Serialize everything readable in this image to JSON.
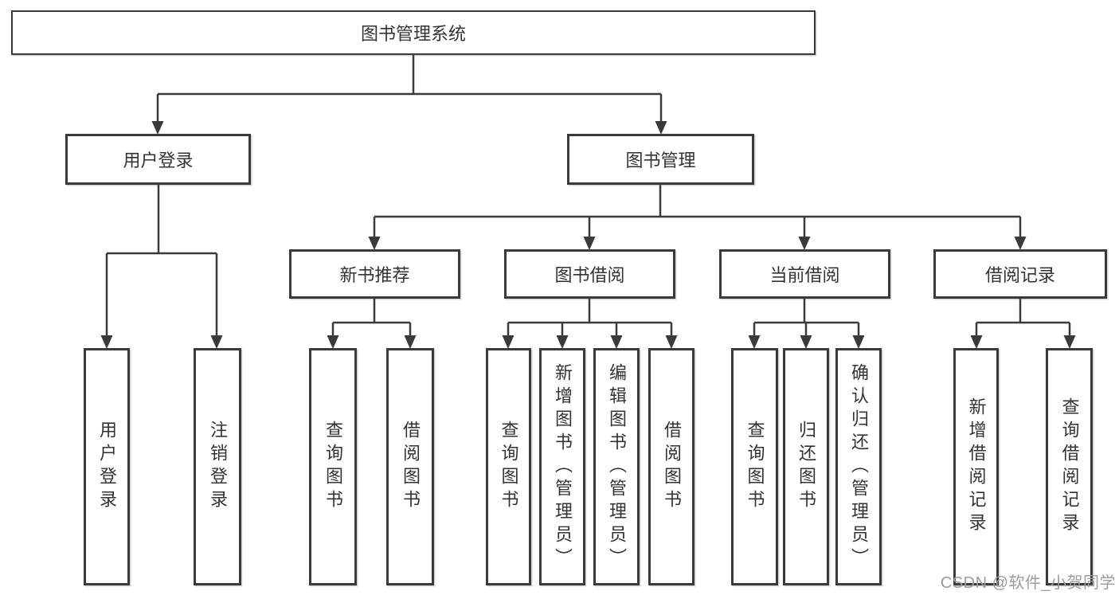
{
  "diagram": {
    "root": "图书管理系统",
    "level2": [
      "用户登录",
      "图书管理"
    ],
    "level3": [
      "新书推荐",
      "图书借阅",
      "当前借阅",
      "借阅记录"
    ],
    "leaves": [
      "用户登录",
      "注销登录",
      "查询图书",
      "借阅图书",
      "查询图书",
      "新增图书（管理员）",
      "编辑图书（管理员）",
      "借阅图书",
      "查询图书",
      "归还图书",
      "确认归还（管理员）",
      "新增借阅记录",
      "查询借阅记录"
    ],
    "hierarchy": {
      "图书管理系统": {
        "用户登录": [
          "用户登录",
          "注销登录"
        ],
        "图书管理": {
          "新书推荐": [
            "查询图书",
            "借阅图书"
          ],
          "图书借阅": [
            "查询图书",
            "新增图书（管理员）",
            "编辑图书（管理员）",
            "借阅图书"
          ],
          "当前借阅": [
            "查询图书",
            "归还图书",
            "确认归还（管理员）"
          ],
          "借阅记录": [
            "新增借阅记录",
            "查询借阅记录"
          ]
        }
      }
    },
    "watermark": "CSDN @软件_小贺同学",
    "colors": {
      "line": "#3a3a3a",
      "border": "#3a3a3a",
      "text": "#333333",
      "watermark": "#9c9c9c",
      "background": "#ffffff"
    }
  }
}
